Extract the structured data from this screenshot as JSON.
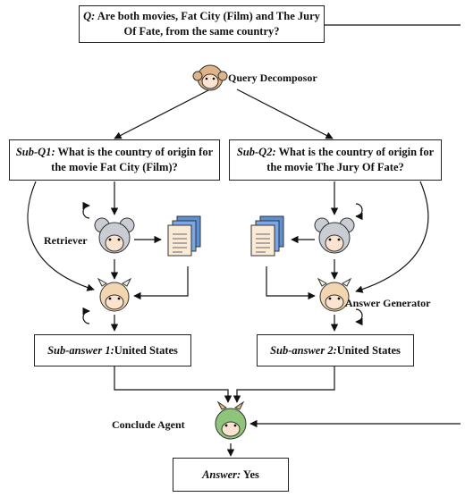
{
  "question": {
    "prefix": "Q:",
    "text": " Are both movies, Fat City (Film) and The Jury Of Fate, from the same country?"
  },
  "decomposer": {
    "label": "Query Decomposor"
  },
  "subq1": {
    "prefix": "Sub-Q1:",
    "text": " What is the country of origin for the movie Fat City (Film)?"
  },
  "subq2": {
    "prefix": "Sub-Q2:",
    "text": " What is the country of origin for the movie The Jury Of Fate?"
  },
  "retriever": {
    "label": "Retriever"
  },
  "answer_generator": {
    "label": "Answer Generator"
  },
  "suba1": {
    "prefix": "Sub-answer 1:",
    "text": "United States"
  },
  "suba2": {
    "prefix": "Sub-answer 2:",
    "text": "United States"
  },
  "conclude": {
    "label": "Conclude Agent"
  },
  "answer": {
    "prefix": "Answer:",
    "text": " Yes"
  },
  "colors": {
    "ox": "#f2d6b0",
    "mouse": "#c9ccd3",
    "dragon": "#8fc57a",
    "doc": "#5b8fd6",
    "monkey": "#e0b489"
  }
}
